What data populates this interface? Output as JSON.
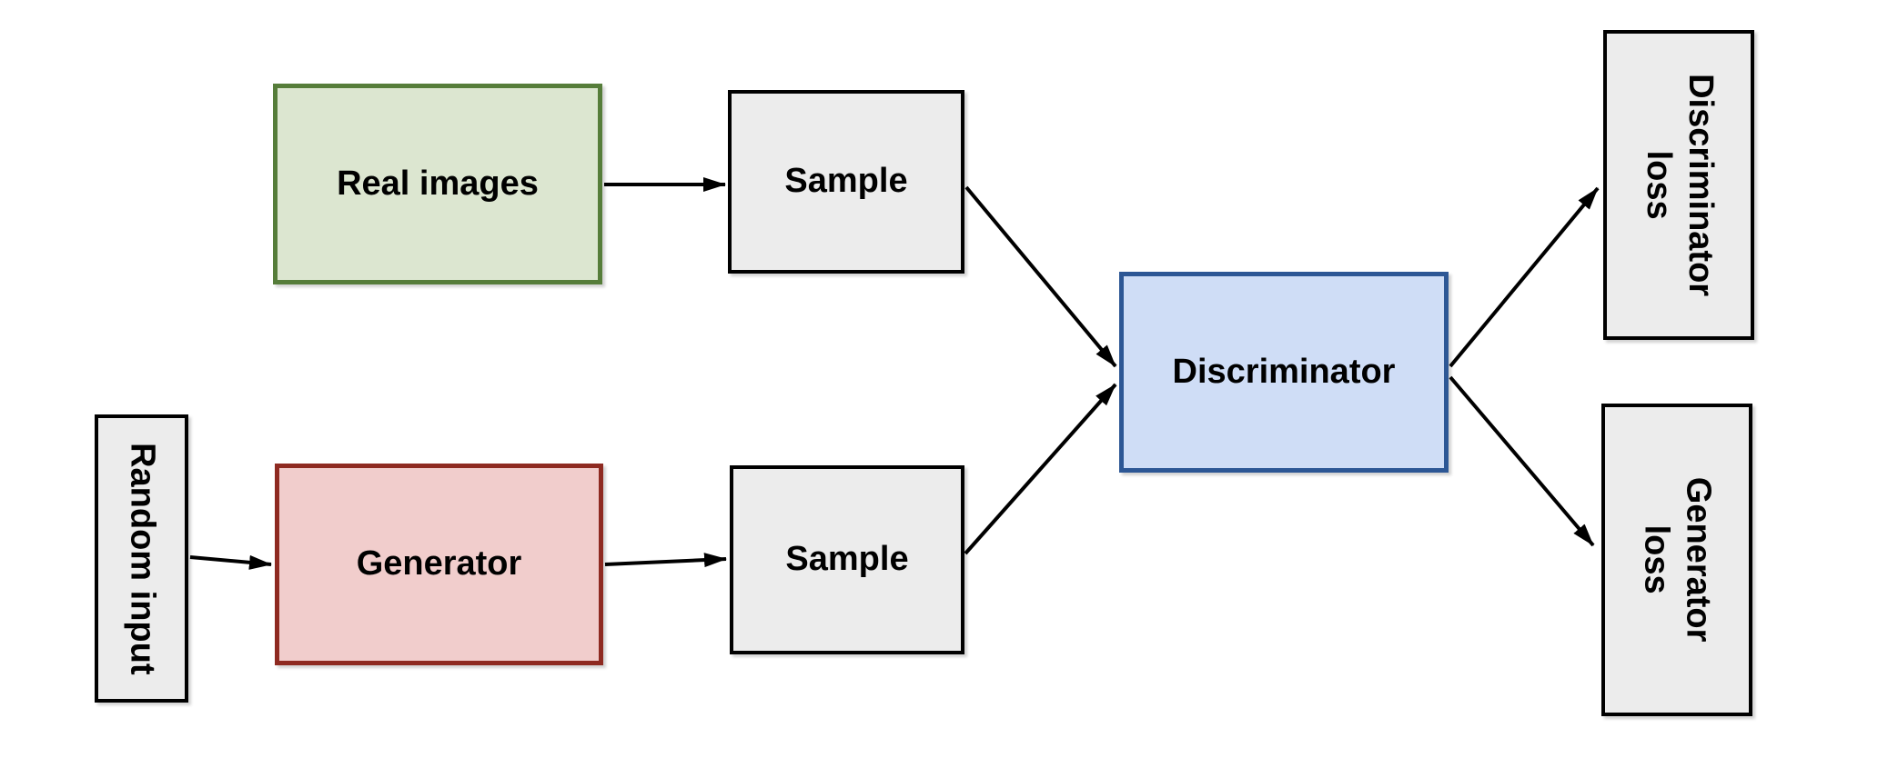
{
  "nodes": [
    {
      "id": "real-images",
      "label": "Real images",
      "fill": "#dce6d0",
      "border": "#567d3a",
      "text_orientation": "horizontal"
    },
    {
      "id": "sample-top",
      "label": "Sample",
      "fill": "#ececec",
      "border": "#000000",
      "text_orientation": "horizontal"
    },
    {
      "id": "random-input",
      "label": "Random input",
      "fill": "#ececec",
      "border": "#000000",
      "text_orientation": "vertical"
    },
    {
      "id": "generator",
      "label": "Generator",
      "fill": "#f1cdcc",
      "border": "#8e2a21",
      "text_orientation": "horizontal"
    },
    {
      "id": "sample-bottom",
      "label": "Sample",
      "fill": "#ececec",
      "border": "#000000",
      "text_orientation": "horizontal"
    },
    {
      "id": "discriminator",
      "label": "Discriminator",
      "fill": "#cfddf6",
      "border": "#2d5795",
      "text_orientation": "horizontal"
    },
    {
      "id": "discriminator-loss",
      "label": "Discriminator loss",
      "fill": "#ececec",
      "border": "#000000",
      "text_orientation": "vertical"
    },
    {
      "id": "generator-loss",
      "label": "Generator loss",
      "fill": "#ececec",
      "border": "#000000",
      "text_orientation": "vertical"
    }
  ],
  "edges": [
    {
      "from": "real-images",
      "to": "sample-top"
    },
    {
      "from": "random-input",
      "to": "generator"
    },
    {
      "from": "generator",
      "to": "sample-bottom"
    },
    {
      "from": "sample-top",
      "to": "discriminator"
    },
    {
      "from": "sample-bottom",
      "to": "discriminator"
    },
    {
      "from": "discriminator",
      "to": "discriminator-loss"
    },
    {
      "from": "discriminator",
      "to": "generator-loss"
    }
  ],
  "arrow_color": "#000000",
  "background_color": "#ffffff"
}
